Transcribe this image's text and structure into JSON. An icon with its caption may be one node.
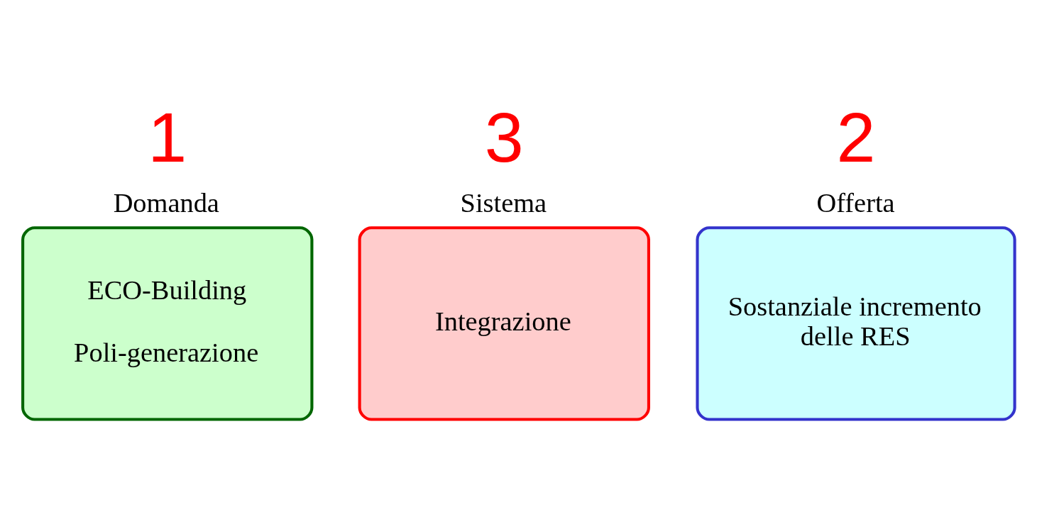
{
  "diagram": {
    "nodes": [
      {
        "text": [
          "Domanda",
          "ECO-Building",
          "Poli-generazione"
        ],
        "beside": [
          "1"
        ]
      },
      {
        "text": [
          "Sistema",
          "Integrazione"
        ],
        "beside": [
          "3"
        ]
      },
      {
        "text": [
          "Offerta",
          "Sostanziale incremento delle RES"
        ],
        "beside": [
          "2"
        ]
      }
    ]
  }
}
